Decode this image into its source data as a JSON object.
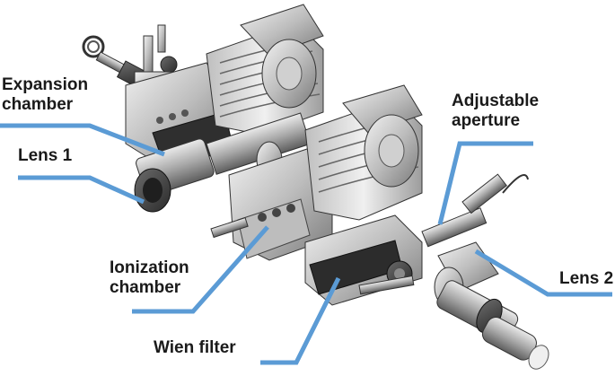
{
  "labels": {
    "expansion_chamber": [
      "Expansion",
      "chamber"
    ],
    "lens_1": "Lens 1",
    "adjustable_aperture": [
      "Adjustable",
      "aperture"
    ],
    "ionization_chamber": [
      "Ionization",
      "chamber"
    ],
    "lens_2": "Lens 2",
    "wien_filter": "Wien filter"
  },
  "colors": {
    "leader_line": "#5b9bd5",
    "metal_light": "#d9d9d9",
    "metal_mid": "#9a9a9a",
    "metal_dark": "#3c3c3c"
  }
}
